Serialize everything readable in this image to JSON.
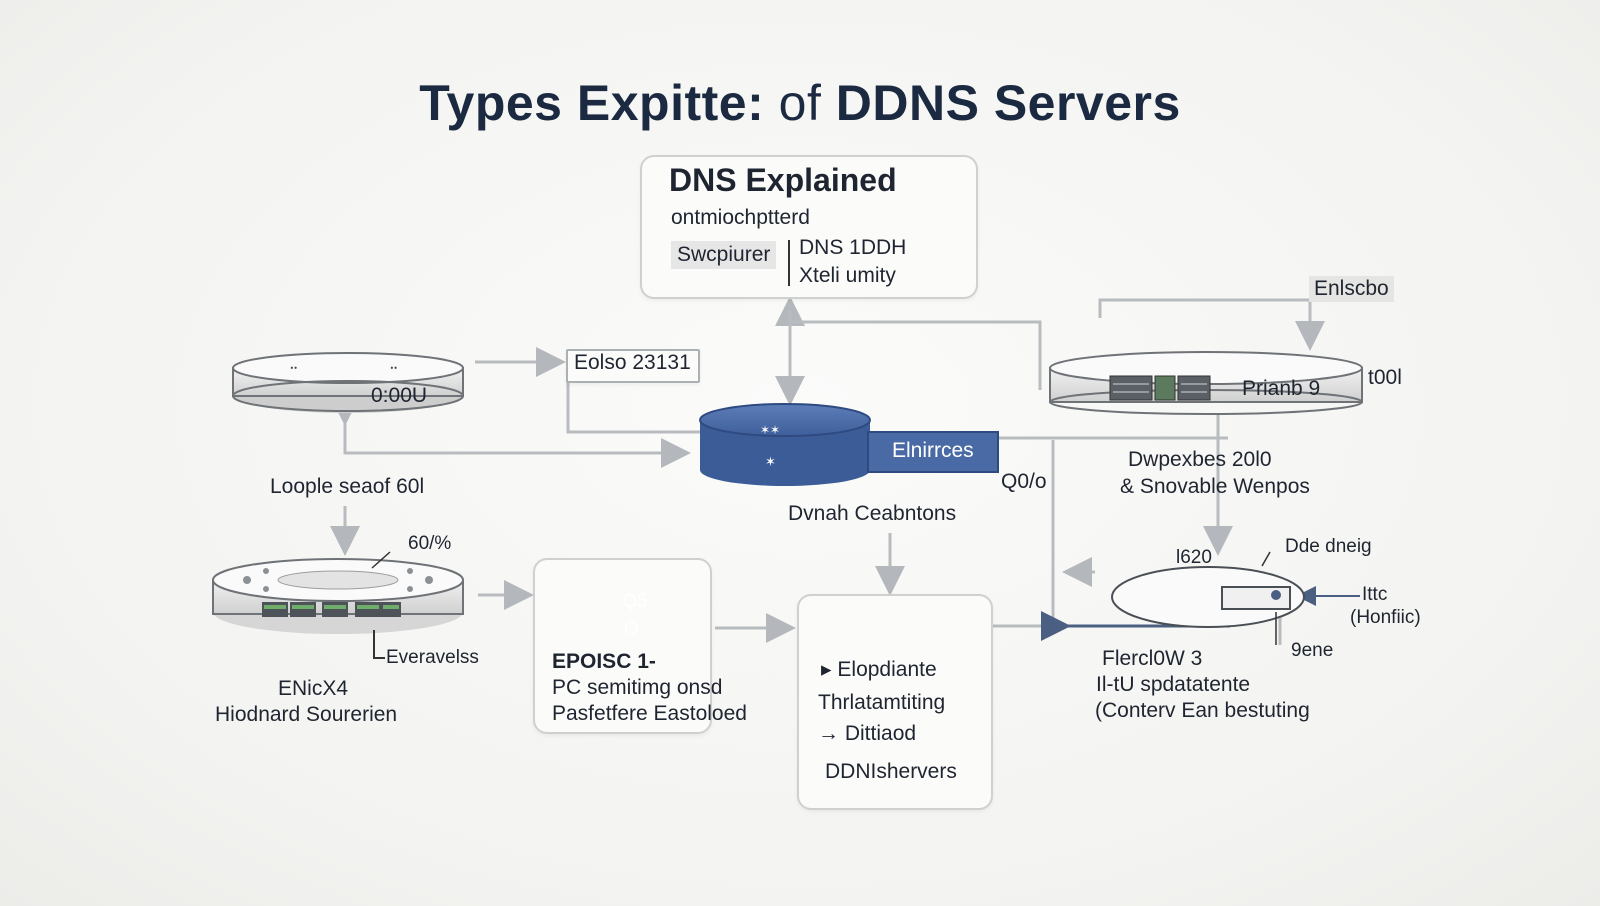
{
  "title": {
    "main": "Types Expitte:",
    "connector": "of",
    "tail": "DDNS Servers"
  },
  "dns_box": {
    "heading": "DNS Explained",
    "subheading": "ontmiochptterd",
    "chip": "Swcpiurer",
    "line1": "DNS 1DDH",
    "line2": "Xteli umity"
  },
  "labels": {
    "top_right_tag": "Enlscbo",
    "left_server_text": "0:00U",
    "mid_tag": "Eolso 23131",
    "right_rack_text": "Prianb 9",
    "right_rack_side": "t00l",
    "central_tag": "Elnirrces",
    "central_caption": "Dvnah Ceabntons",
    "central_side": "Q0/o",
    "right_caption_line1": "Dwpexbes 20l0",
    "right_caption_line2": "& Snovable Wenpos",
    "left_caption": "Loople seaof 60l",
    "switch_percent": "60/%",
    "switch_side": "Everavelss",
    "switch_caption_line1": "ENicX4",
    "switch_caption_line2": "Hiodnard Sourerien",
    "stack_box_line1": "EPOISC 1-",
    "stack_box_line2": "PC semitimg onsd",
    "stack_box_line3": "Pasfetfere Eastoloed",
    "stack_top_text": "Q5",
    "stack_bottom_text": "O",
    "center_box_line1": "Elopdiante",
    "center_box_line2": "Thrlatamtiting",
    "center_box_line3": "Dittiaod",
    "center_box_line4": "DDNIshervers",
    "disk_top_left": "l620",
    "disk_top_right": "Dde dneig",
    "disk_right1": "Ittc",
    "disk_right2": "(Honfiic)",
    "disk_bottom": "9ene",
    "bottom_right_line1": "Flercl0W 3",
    "bottom_right_line2": "Il-tU spdatatente",
    "bottom_right_line3": "(Conterv Ean bestuting"
  },
  "colors": {
    "title": "#1b2a40",
    "accent_blue": "#4a6aa5",
    "line_gray": "#b9bcbf",
    "arrow_dark": "#4a5f82"
  }
}
